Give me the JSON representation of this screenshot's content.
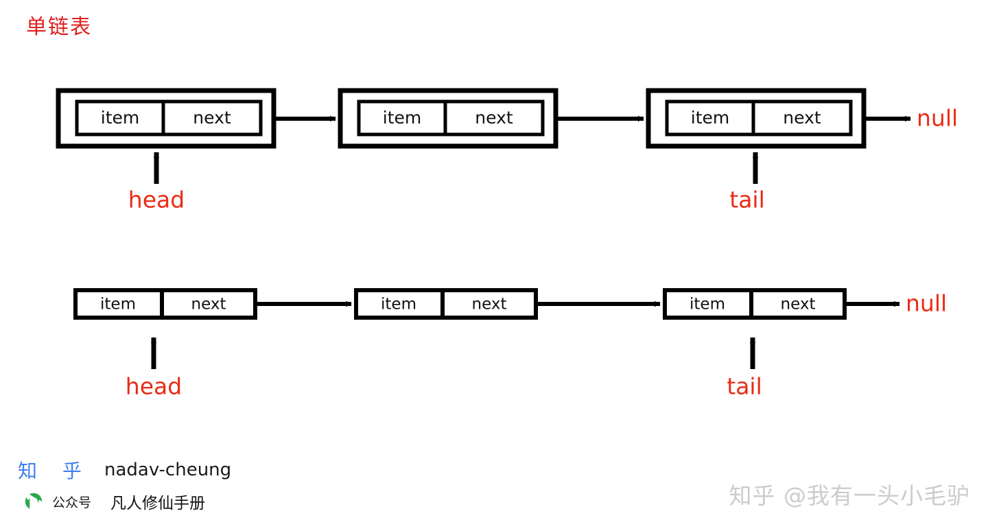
{
  "title": "单链表",
  "colors": {
    "title_red": "#e02020",
    "label_red": "#e82c16",
    "null_red": "#ef2b15",
    "zhihu_blue": "#3f7ef0",
    "wechat_green": "#2aa84a",
    "stroke_black": "#000000",
    "watermark_gray": "#cccccc"
  },
  "diagram": {
    "type": "singly-linked-list",
    "rows": [
      {
        "name": "row-boxed",
        "style": "double-border",
        "nodes": [
          {
            "item": "item",
            "next": "next"
          },
          {
            "item": "item",
            "next": "next"
          },
          {
            "item": "item",
            "next": "next"
          }
        ],
        "terminator": "null",
        "pointers": [
          {
            "label": "head",
            "target_node": 0
          },
          {
            "label": "tail",
            "target_node": 2
          }
        ]
      },
      {
        "name": "row-plain",
        "style": "single-border",
        "nodes": [
          {
            "item": "item",
            "next": "next"
          },
          {
            "item": "item",
            "next": "next"
          },
          {
            "item": "item",
            "next": "next"
          }
        ],
        "terminator": "null",
        "pointers": [
          {
            "label": "head",
            "target_node": 0
          },
          {
            "label": "tail",
            "target_node": 2
          }
        ]
      }
    ]
  },
  "footer": {
    "zhihu_logo": "知 乎",
    "zhihu_handle": "nadav-cheung",
    "wechat_caption": "公众号",
    "wechat_account": "凡人修仙手册"
  },
  "watermark": "知乎 @我有一头小毛驴"
}
